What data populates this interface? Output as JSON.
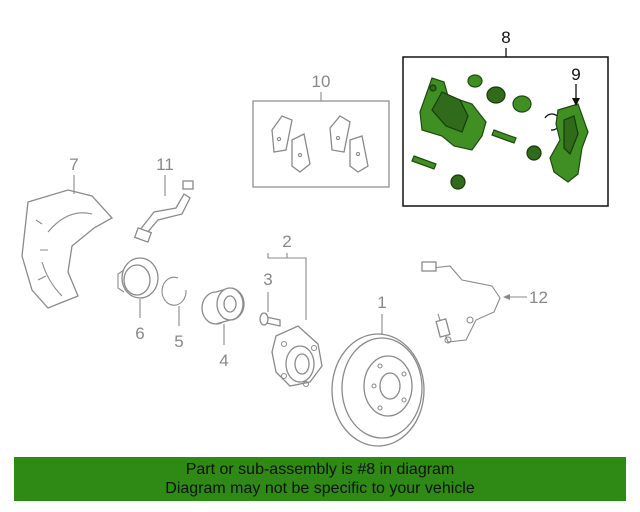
{
  "callouts": {
    "c1": "1",
    "c2": "2",
    "c3": "3",
    "c4": "4",
    "c5": "5",
    "c6": "6",
    "c7": "7",
    "c8": "8",
    "c9": "9",
    "c10": "10",
    "c11": "11",
    "c12": "12"
  },
  "highlight_color": "#3f8f23",
  "banner": {
    "line1": "Part or sub-assembly is #8 in diagram",
    "line2": "Diagram may not be specific to your vehicle"
  }
}
